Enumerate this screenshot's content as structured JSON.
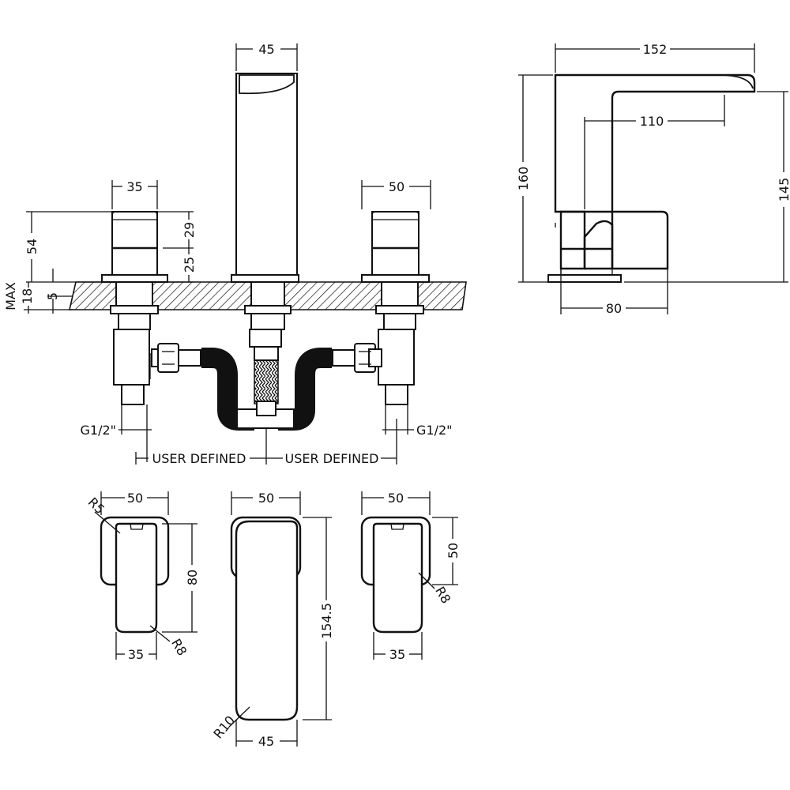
{
  "dimensions": {
    "spout_top_width": "45",
    "left_handle_width": "35",
    "right_handle_width": "50",
    "overall_width": "152",
    "reach": "110",
    "overall_height": "160",
    "spout_height": "145",
    "base_length": "80",
    "handle_height_total": "54",
    "handle_upper": "29",
    "handle_lower": "25",
    "max_label": "MAX",
    "deck_thickness": "18",
    "deck_plate": "5",
    "thread_left": "G1/2\"",
    "thread_right": "G1/2\"",
    "spacing_left": "USER DEFINED",
    "spacing_right": "USER DEFINED",
    "plan_left_width": "50",
    "plan_left_radius_top": "R5",
    "plan_left_height": "80",
    "plan_left_inner_width": "35",
    "plan_left_radius_bottom": "R8",
    "plan_spout_width": "50",
    "plan_spout_length": "154.5",
    "plan_spout_radius": "R10",
    "plan_spout_inner_width": "45",
    "plan_right_width": "50",
    "plan_right_height": "50",
    "plan_right_radius": "R8",
    "plan_right_inner_width": "35"
  }
}
